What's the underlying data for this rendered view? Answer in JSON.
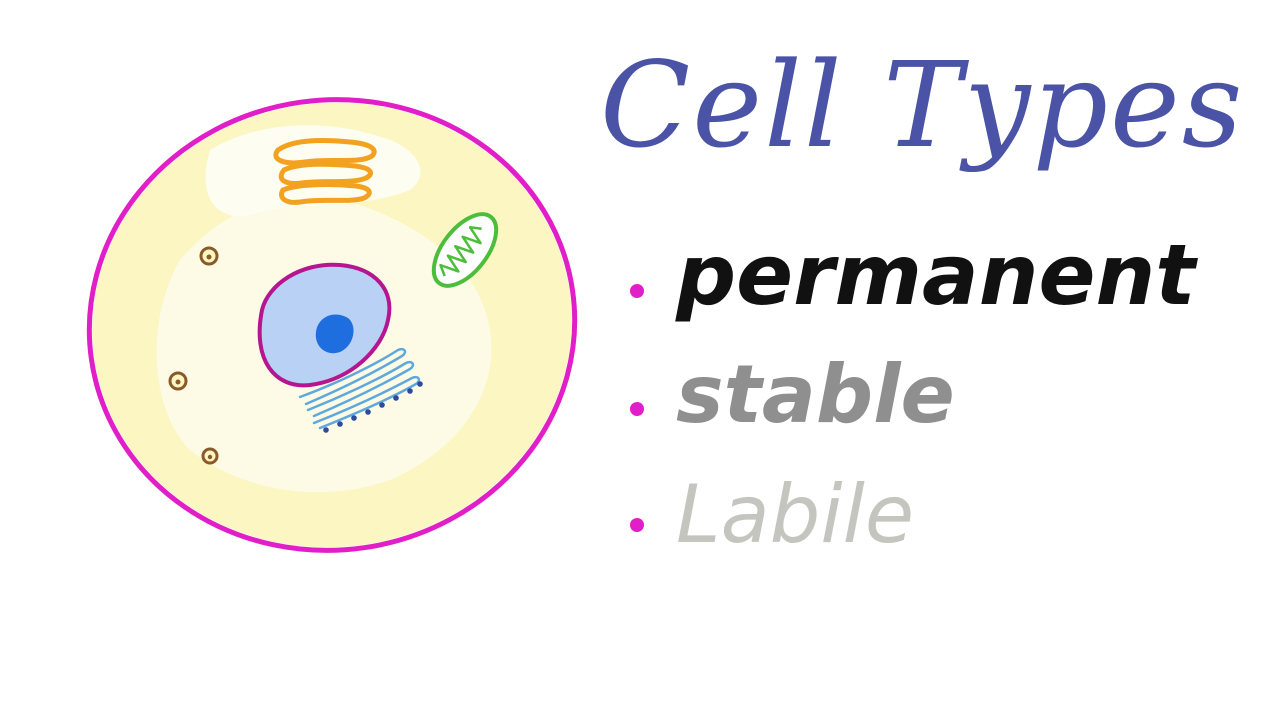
{
  "title": "Cell Types",
  "bullets": [
    {
      "label": "permanent",
      "color": "#111111"
    },
    {
      "label": "stable",
      "color": "#8f8f8f"
    },
    {
      "label": "Labile",
      "color": "#c5c5c0"
    }
  ],
  "colors": {
    "title": "#4a53a6",
    "bullet_dot": "#e21ec8",
    "cell_membrane": "#e21ec8",
    "cytoplasm": "#fbf6c0",
    "golgi": "#f2a21f",
    "mitochondrion": "#4dbd3c",
    "nucleus_envelope": "#b5168f",
    "nucleus": "#b8d1f5",
    "nucleolus": "#1e6ee0",
    "rough_er": "#5ea8de",
    "ribosome": "#2f4a9c",
    "vesicle": "#8a5a2b"
  }
}
